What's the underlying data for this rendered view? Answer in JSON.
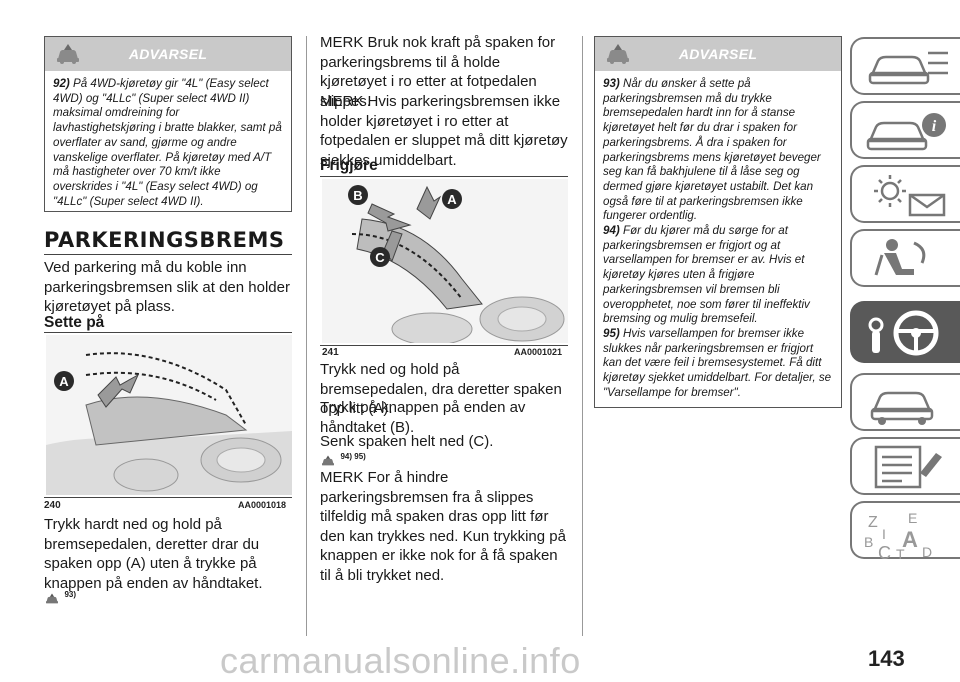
{
  "warning_left": {
    "title": "ADVARSEL",
    "items": [
      {
        "num": "92)",
        "text": "På 4WD-kjøretøy gir \"4L\" (Easy select 4WD) og \"4LLc\" (Super select 4WD II) maksimal omdreining for lavhastighetskjøring i bratte blakker, samt på overflater av sand, gjørme og andre vanskelige overflater. På kjøretøy med A/T må hastigheter over 70 km/t ikke overskrides i \"4L\" (Easy select 4WD) og \"4LLc\" (Super select 4WD II)."
      }
    ]
  },
  "section": {
    "title": "PARKERINGSBREMS",
    "intro": "Ved parkering må du koble inn parkeringsbremsen slik at den holder kjøretøyet på plass.",
    "sette_heading": "Sette på",
    "fig1": {
      "num": "240",
      "code": "AA0001018",
      "labels": [
        "A"
      ]
    },
    "fig1_text": "Trykk hardt ned og hold på bremsepedalen, deretter drar du spaken opp (A) uten å trykke på knappen på enden av håndtaket.",
    "fig1_refs": "93)",
    "merk1": "MERK Bruk nok kraft på spaken for parkeringsbrems til å holde kjøretøyet i ro etter at fotpedalen slippes.",
    "merk2": "MERK Hvis parkeringsbremsen ikke holder kjøretøyet i ro etter at fotpedalen er sluppet må ditt kjøretøy sjekkes umiddelbart.",
    "frigjore_heading": "Frigjøre",
    "fig2": {
      "num": "241",
      "code": "AA0001021",
      "labels": [
        "A",
        "B",
        "C"
      ]
    },
    "fig2_steps": [
      "Trykk ned og hold på bremsepedalen, dra deretter spaken opp litt (A).",
      "Trykk på knappen på enden av håndtaket (B).",
      "Senk spaken helt ned (C)."
    ],
    "fig2_refs": "94) 95)",
    "merk3": "MERK For å hindre parkeringsbremsen fra å slippes tilfeldig må spaken dras opp litt før den kan trykkes ned. Kun trykking på knappen er ikke nok for å få spaken til å bli trykket ned."
  },
  "warning_right": {
    "title": "ADVARSEL",
    "items": [
      {
        "num": "93)",
        "text": "Når du ønsker å sette på parkeringsbremsen må du trykke bremsepedalen hardt inn for å stanse kjøretøyet helt før du drar i spaken for parkeringsbrems. Å dra i spaken for parkeringsbrems mens kjøretøyet beveger seg kan få bakhjulene til å låse seg og dermed gjøre kjøretøyet ustabilt. Det kan også føre til at parkeringsbremsen ikke fungerer ordentlig."
      },
      {
        "num": "94)",
        "text": "Før du kjører må du sørge for at parkeringsbremsen er frigjort og at varsellampen for bremser er av. Hvis et kjøretøy kjøres uten å frigjøre parkeringsbremsen vil bremsen bli overopphetet, noe som fører til ineffektiv bremsing og mulig bremsefeil."
      },
      {
        "num": "95)",
        "text": "Hvis varsellampen for bremser ikke slukkes når parkeringsbremsen er frigjort kan det være feil i bremsesystemet. Få ditt kjøretøy sjekket umiddelbart. For detaljer, se \"Varsellampe for bremser\"."
      }
    ]
  },
  "sidebar": {
    "tabs": [
      {
        "icon": "car-info-icon"
      },
      {
        "icon": "car-i-icon"
      },
      {
        "icon": "warning-lights-icon"
      },
      {
        "icon": "airbag-seat-icon"
      },
      {
        "icon": "key-steering-wheel-icon",
        "active": true
      },
      {
        "icon": "car-service-icon"
      },
      {
        "icon": "checklist-icon"
      },
      {
        "icon": "index-abc-icon"
      }
    ],
    "index_letters": [
      "Z",
      "E",
      "B",
      "A",
      "I",
      "C",
      "T",
      "D"
    ]
  },
  "page_number": "143",
  "watermark": "carmanualsonline.info"
}
